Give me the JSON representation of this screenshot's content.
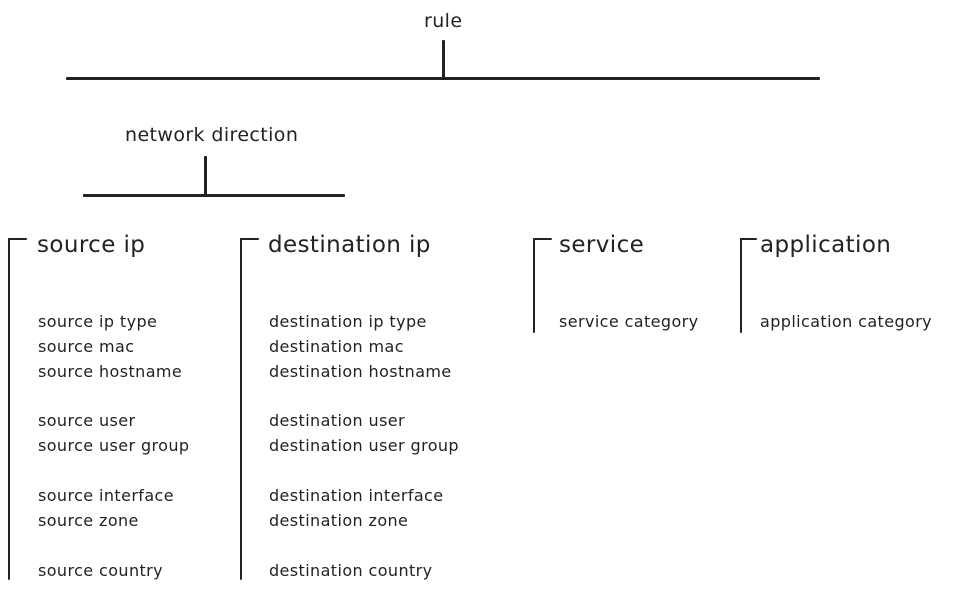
{
  "diagram": {
    "type": "hierarchy-tree",
    "background_color": "#ffffff",
    "ink_color": "#222222",
    "root": {
      "label": "rule"
    },
    "mid_level": {
      "label": "network direction"
    },
    "columns": [
      {
        "header": "source ip",
        "groups": [
          [
            "source ip type",
            "source mac",
            "source hostname"
          ],
          [
            "source user",
            "source user group"
          ],
          [
            "source interface",
            "source zone"
          ],
          [
            "source country"
          ]
        ]
      },
      {
        "header": "destination ip",
        "groups": [
          [
            "destination ip type",
            "destination mac",
            "destination hostname"
          ],
          [
            "destination user",
            "destination user group"
          ],
          [
            "destination interface",
            "destination zone"
          ],
          [
            "destination country"
          ]
        ]
      },
      {
        "header": "service",
        "groups": [
          [
            "service category"
          ]
        ]
      },
      {
        "header": "application",
        "groups": [
          [
            "application category"
          ]
        ]
      }
    ]
  }
}
